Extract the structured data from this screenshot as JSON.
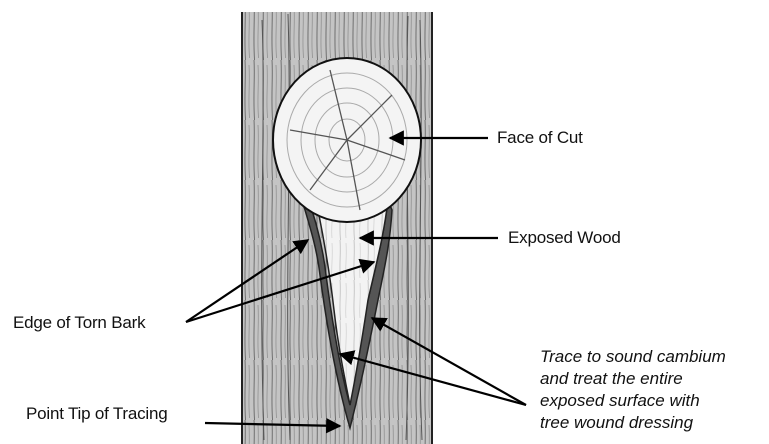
{
  "labels": {
    "face_of_cut": "Face of Cut",
    "exposed_wood": "Exposed Wood",
    "edge_of_torn_bark": "Edge of Torn Bark",
    "point_tip_of_tracing": "Point Tip of Tracing"
  },
  "note_lines": [
    "Trace to sound cambium",
    "and treat the entire",
    "exposed surface with",
    "tree wound dressing"
  ]
}
